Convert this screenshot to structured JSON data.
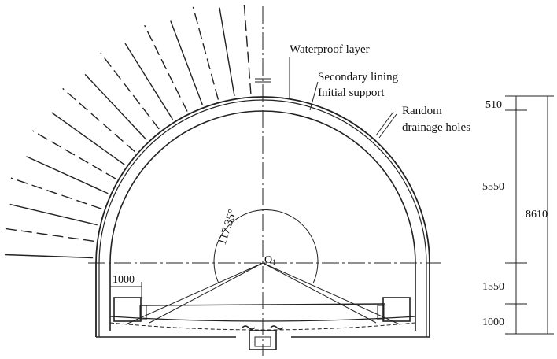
{
  "labels": {
    "waterproof_layer": "Waterproof layer",
    "secondary_lining": "Secondary lining",
    "initial_support": "Initial support",
    "random_drainage_line1": "Random",
    "random_drainage_line2": "drainage holes",
    "angle": "117.35°",
    "center": "O",
    "center_sub": "1",
    "width_1000": "1000"
  },
  "dimensions": {
    "d510": "510",
    "d5550": "5550",
    "d1550": "1550",
    "d1000": "1000",
    "total": "8610"
  }
}
